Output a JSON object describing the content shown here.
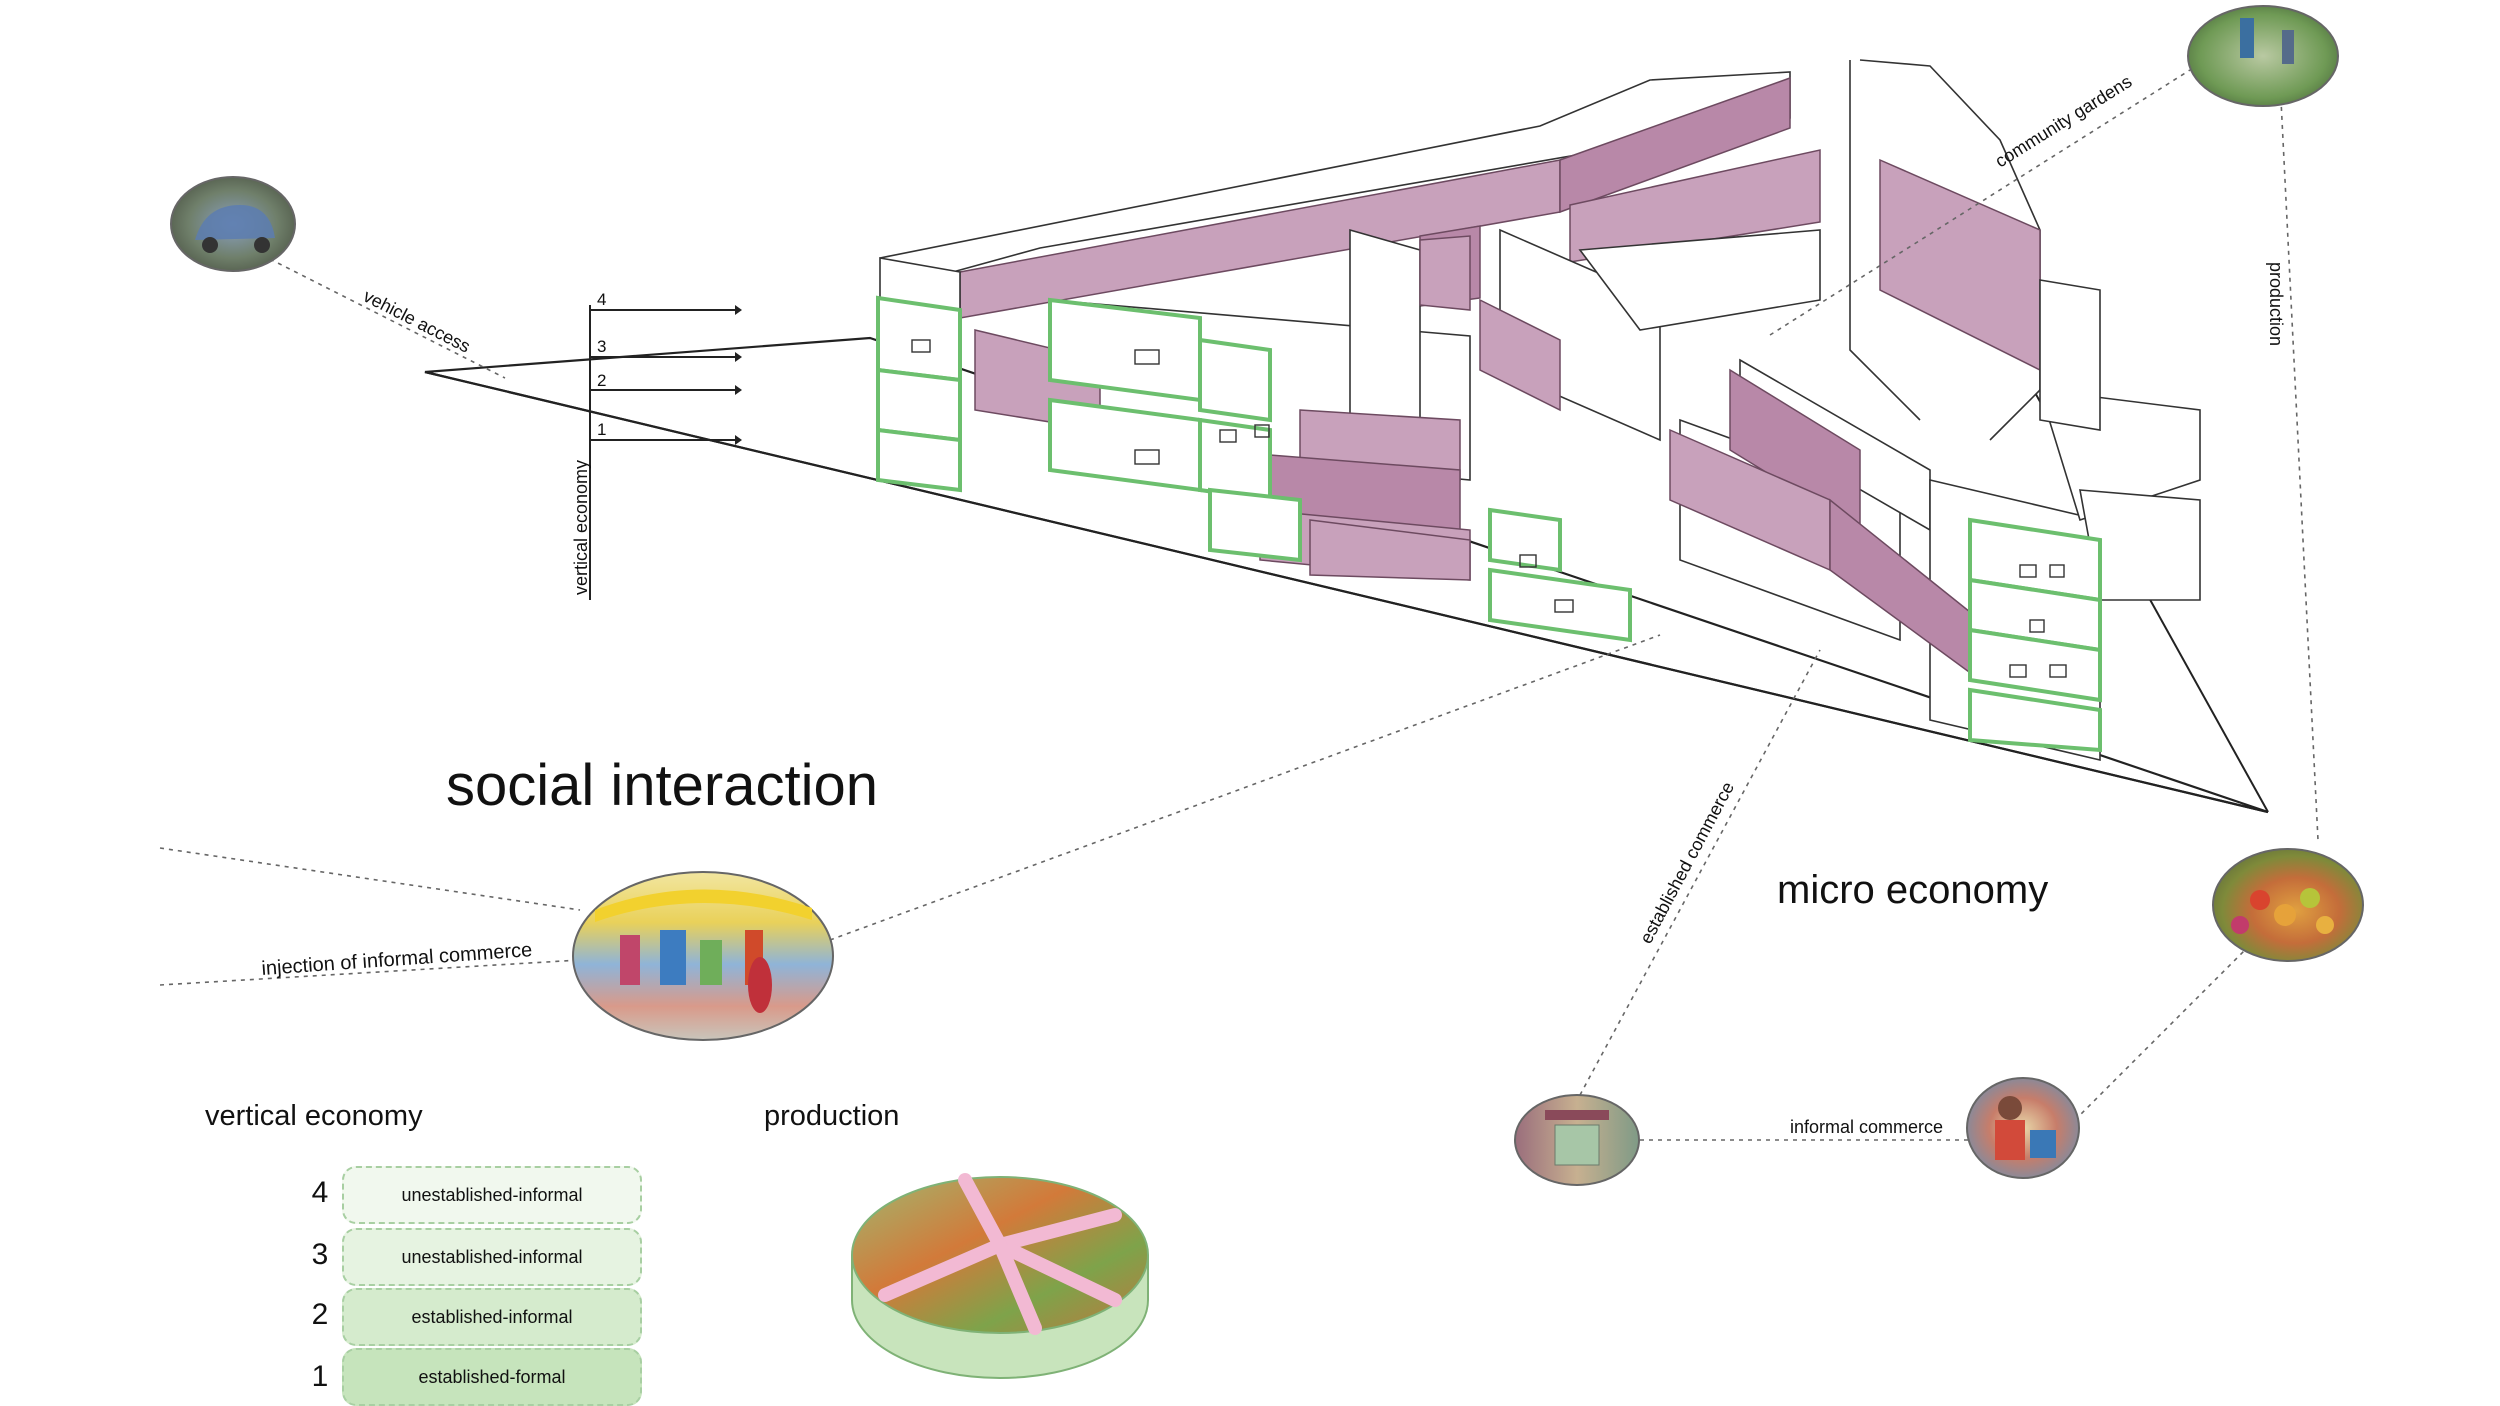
{
  "title_social": "social interaction",
  "title_micro": "micro economy",
  "vertical_economy": {
    "heading": "vertical economy",
    "axis_label": "vertical economy",
    "levels": [
      {
        "num": "4",
        "label": "unestablished-informal",
        "color": "#f1f8ee"
      },
      {
        "num": "3",
        "label": "unestablished-informal",
        "color": "#e6f3e1"
      },
      {
        "num": "2",
        "label": "established-informal",
        "color": "#d5ebcd"
      },
      {
        "num": "1",
        "label": "established-formal",
        "color": "#c6e4bc"
      }
    ],
    "floor_markers": [
      "4",
      "3",
      "2",
      "1"
    ]
  },
  "production_heading": "production",
  "connections": {
    "vehicle_access": "vehicle access",
    "community_gardens": "community gardens",
    "production": "production",
    "established_commerce": "established commerce",
    "injection_informal": "injection of informal commerce",
    "informal_commerce": "informal commerce"
  },
  "photos": [
    {
      "name": "car-photo",
      "subject": "car"
    },
    {
      "name": "garden-photo",
      "subject": "community garden"
    },
    {
      "name": "market-photo",
      "subject": "street market"
    },
    {
      "name": "produce-photo",
      "subject": "produce stall"
    },
    {
      "name": "shop-photo",
      "subject": "shop front"
    },
    {
      "name": "vendor-photo",
      "subject": "vendor"
    }
  ],
  "colors": {
    "facade_pink": "#c8a1bb",
    "unit_green": "#6cbf6e",
    "legend_green": "#d5ebcd"
  }
}
